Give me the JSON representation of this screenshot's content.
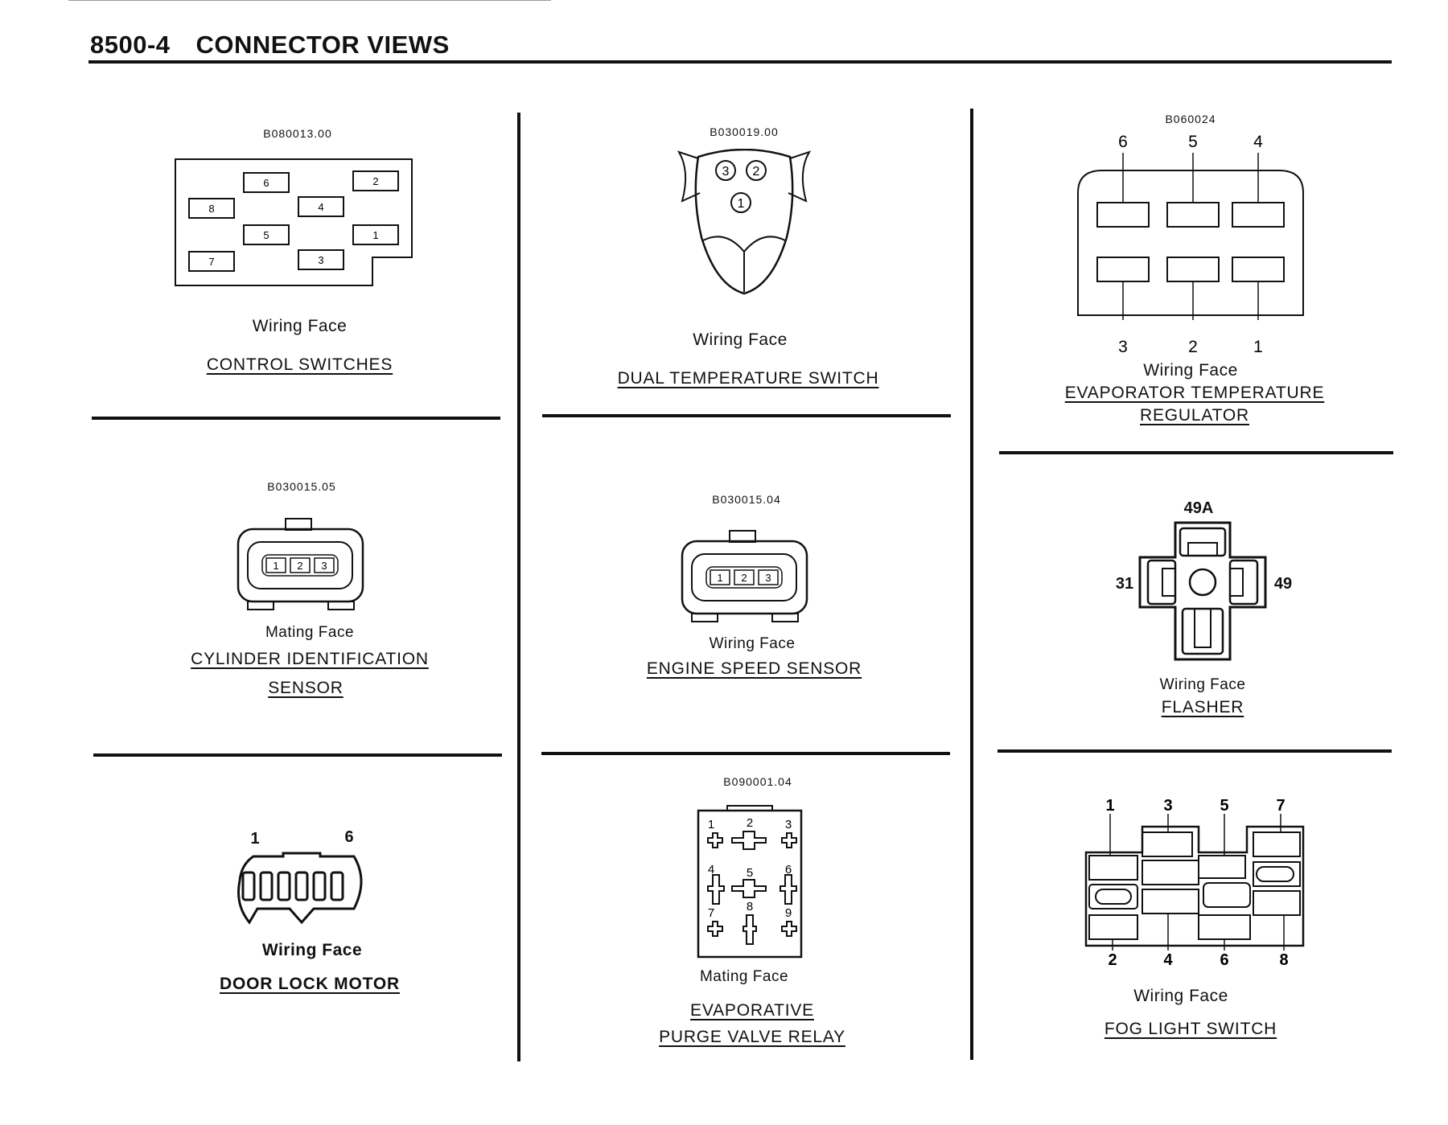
{
  "page": {
    "number": "8500-4",
    "title": "CONNECTOR VIEWS"
  },
  "cells": {
    "control_switches": {
      "code": "B080013.00",
      "face": "Wiring Face",
      "title": "CONTROL SWITCHES",
      "pins": [
        "6",
        "2",
        "8",
        "4",
        "5",
        "1",
        "7",
        "3"
      ]
    },
    "dual_temp_switch": {
      "code": "B030019.00",
      "face": "Wiring Face",
      "title": "DUAL TEMPERATURE SWITCH",
      "pins": [
        "3",
        "2",
        "1"
      ]
    },
    "evap_temp_regulator": {
      "code": "B060024",
      "face": "Wiring Face",
      "title_line1": "EVAPORATOR TEMPERATURE",
      "title_line2": "REGULATOR",
      "top_pins": [
        "6",
        "5",
        "4"
      ],
      "bottom_pins": [
        "3",
        "2",
        "1"
      ]
    },
    "cylinder_id_sensor": {
      "code": "B030015.05",
      "face": "Mating Face",
      "title_line1": "CYLINDER IDENTIFICATION",
      "title_line2": "SENSOR",
      "pins": [
        "1",
        "2",
        "3"
      ]
    },
    "engine_speed_sensor": {
      "code": "B030015.04",
      "face": "Wiring Face",
      "title": "ENGINE SPEED SENSOR",
      "pins": [
        "1",
        "2",
        "3"
      ]
    },
    "flasher": {
      "face": "Wiring Face",
      "title": "FLASHER",
      "pins": {
        "top": "49A",
        "left": "31",
        "right": "49"
      }
    },
    "door_lock_motor": {
      "face": "Wiring Face",
      "title": "DOOR LOCK MOTOR",
      "pins": {
        "first": "1",
        "last": "6"
      }
    },
    "evap_purge_relay": {
      "code": "B090001.04",
      "face": "Mating Face",
      "title_line1": "EVAPORATIVE",
      "title_line2": "PURGE VALVE RELAY",
      "pins": [
        "1",
        "2",
        "3",
        "4",
        "5",
        "6",
        "7",
        "8",
        "9"
      ]
    },
    "fog_light_switch": {
      "face": "Wiring Face",
      "title": "FOG LIGHT SWITCH",
      "top_pins": [
        "1",
        "3",
        "5",
        "7"
      ],
      "bottom_pins": [
        "2",
        "4",
        "6",
        "8"
      ]
    }
  }
}
